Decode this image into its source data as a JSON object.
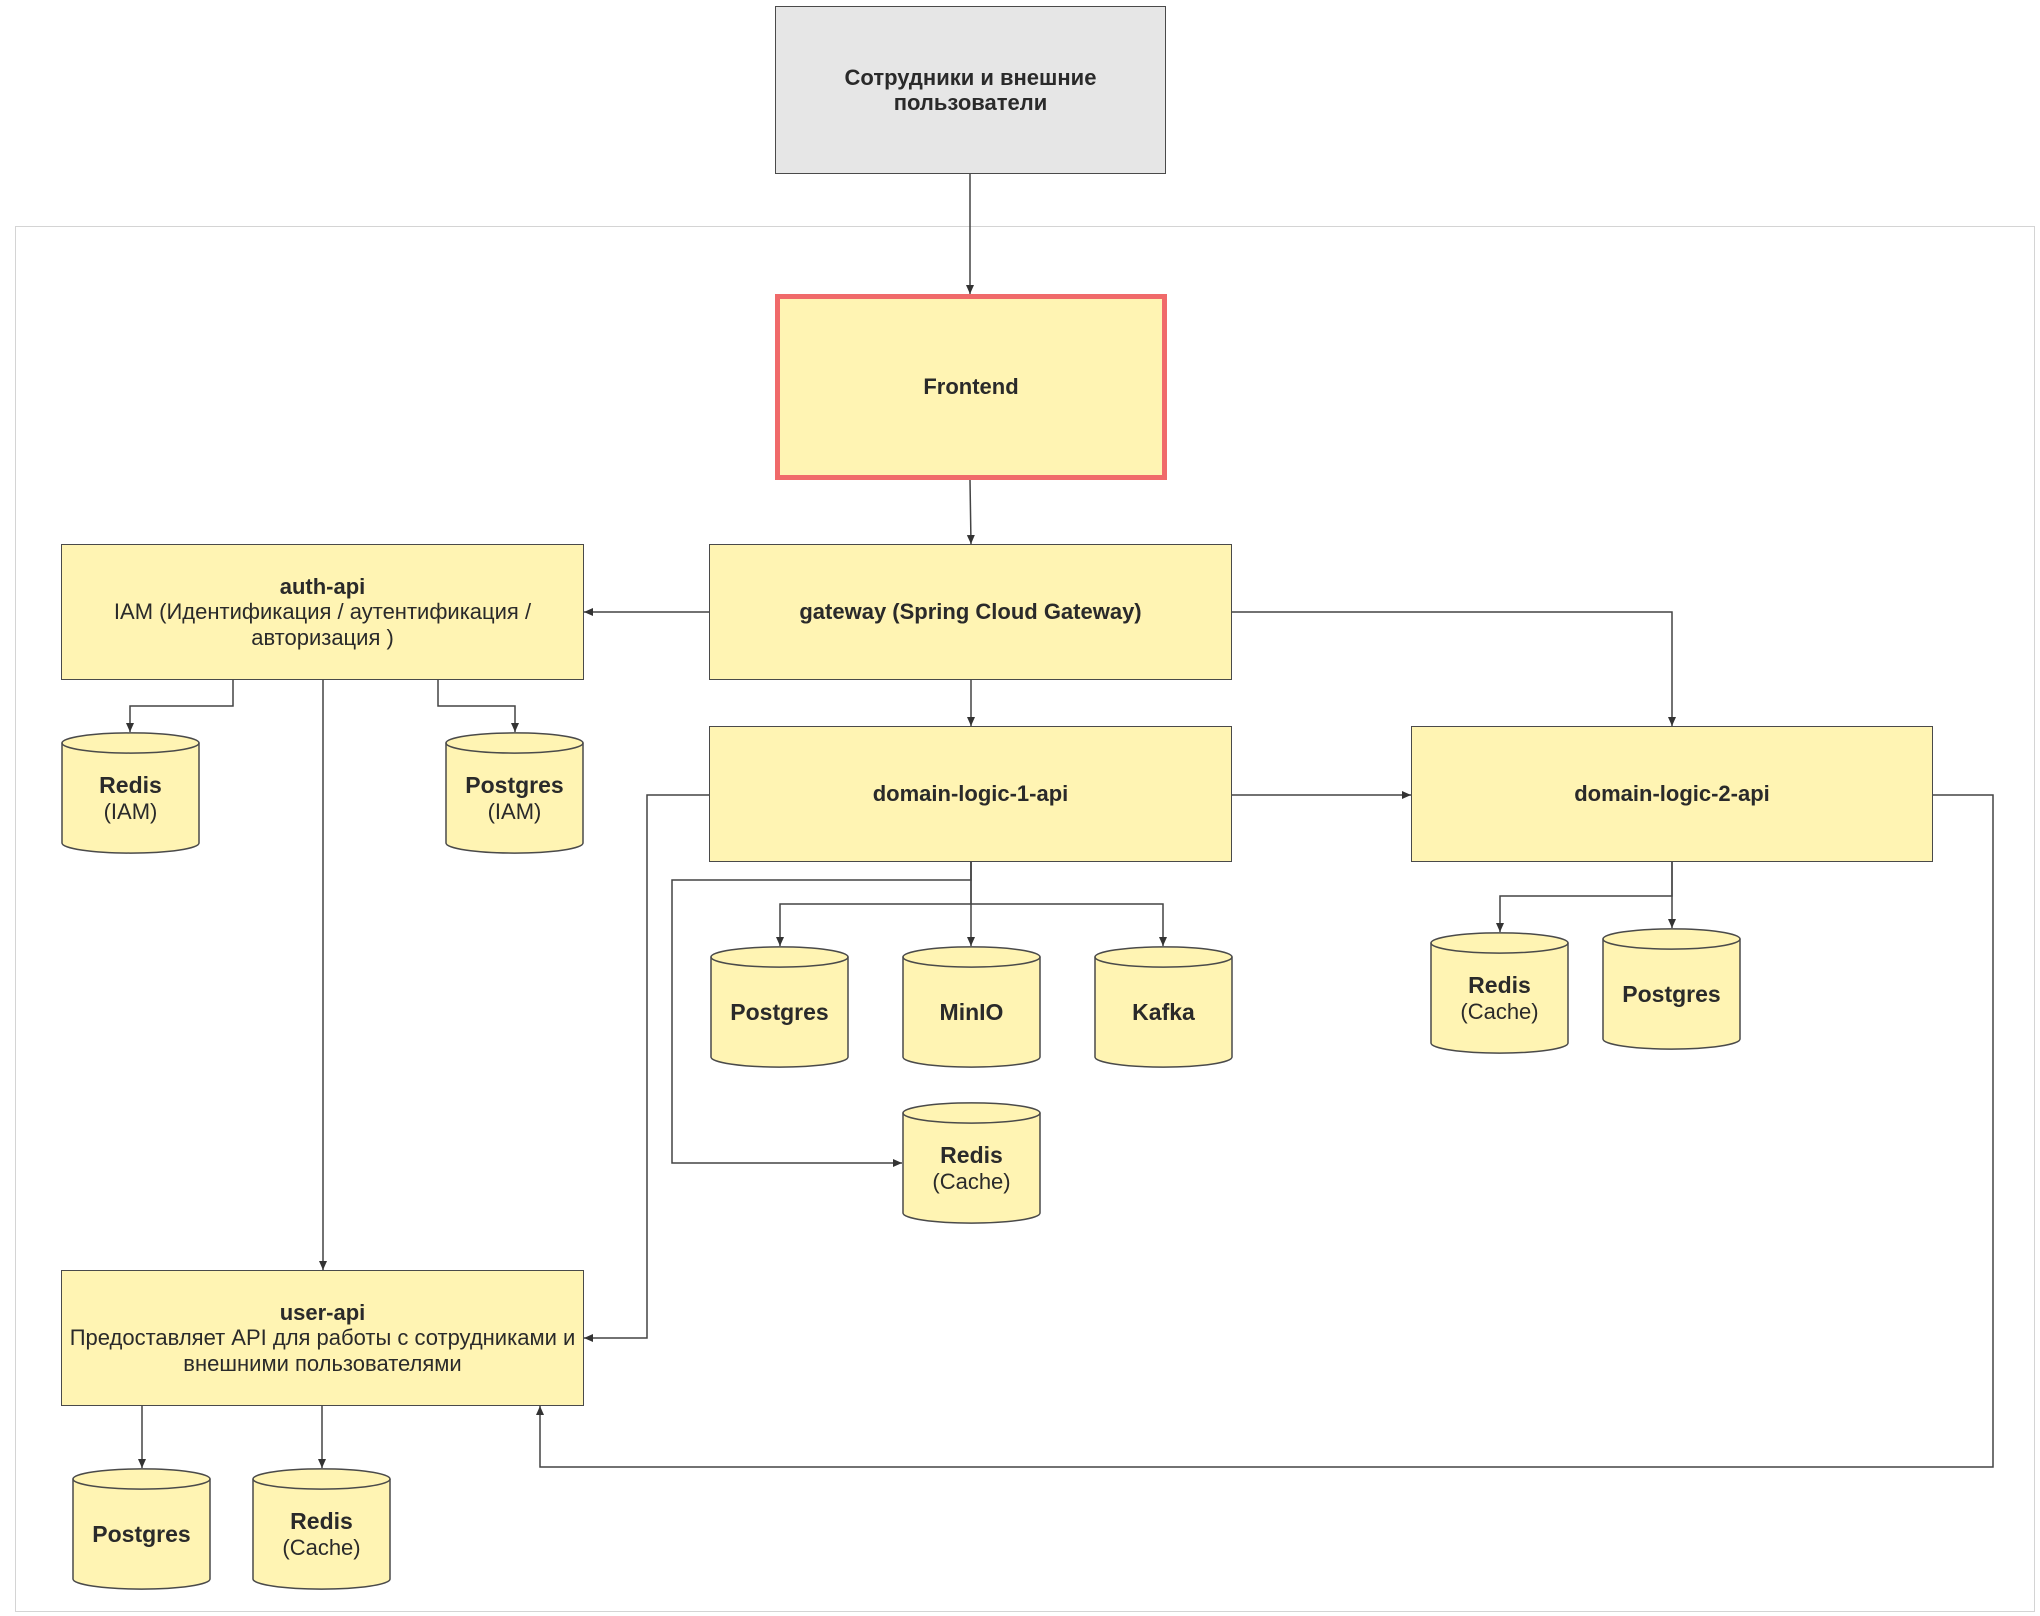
{
  "diagram": {
    "actor": {
      "title": "Сотрудники и внешние пользователи"
    },
    "frontend": {
      "title": "Frontend"
    },
    "gateway": {
      "title": "gateway (Spring Cloud Gateway)"
    },
    "auth_api": {
      "title": "auth-api",
      "desc": "IAM (Идентификация / аутентификация / авторизация )"
    },
    "domain1": {
      "title": "domain-logic-1-api"
    },
    "domain2": {
      "title": "domain-logic-2-api"
    },
    "user_api": {
      "title": "user-api",
      "desc": "Предоставляет API для работы с сотрудниками и внешними пользователями"
    },
    "databases": {
      "auth_redis": {
        "name": "Redis",
        "sub": "(IAM)"
      },
      "auth_postgres": {
        "name": "Postgres",
        "sub": "(IAM)"
      },
      "d1_postgres": {
        "name": "Postgres"
      },
      "d1_minio": {
        "name": "MinIO"
      },
      "d1_kafka": {
        "name": "Kafka"
      },
      "d1_redis": {
        "name": "Redis",
        "sub": "(Cache)"
      },
      "d2_redis": {
        "name": "Redis",
        "sub": "(Cache)"
      },
      "d2_postgres": {
        "name": "Postgres"
      },
      "user_postgres": {
        "name": "Postgres"
      },
      "user_redis": {
        "name": "Redis",
        "sub": "(Cache)"
      }
    }
  }
}
